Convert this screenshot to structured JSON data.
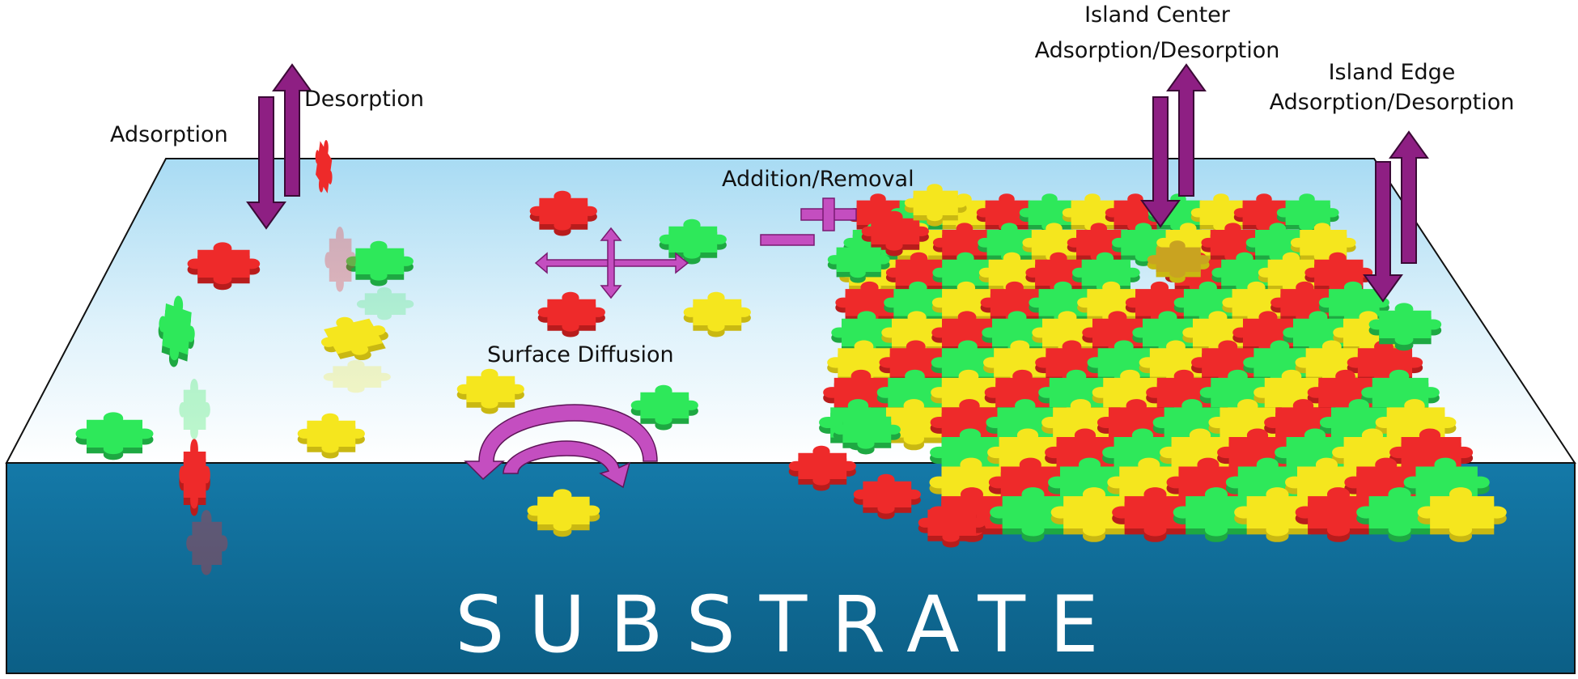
{
  "labels": {
    "adsorption": "Adsorption",
    "desorption": "Desorption",
    "addition_removal": "Addition/Removal",
    "surface_diffusion": "Surface Diffusion",
    "island_center_line1": "Island Center",
    "island_center_line2": "Adsorption/Desorption",
    "island_edge_line1": "Island Edge",
    "island_edge_line2": "Adsorption/Desorption",
    "substrate": "SUBSTRATE"
  },
  "colors": {
    "arrow": "#8e1f83",
    "arrow_light": "#c44ec0",
    "red": "#ee2a2a",
    "green": "#2ee85a",
    "yellow": "#f5e61e",
    "substrate": "#0f6f9c",
    "surface_top": "#a9dcf4"
  }
}
